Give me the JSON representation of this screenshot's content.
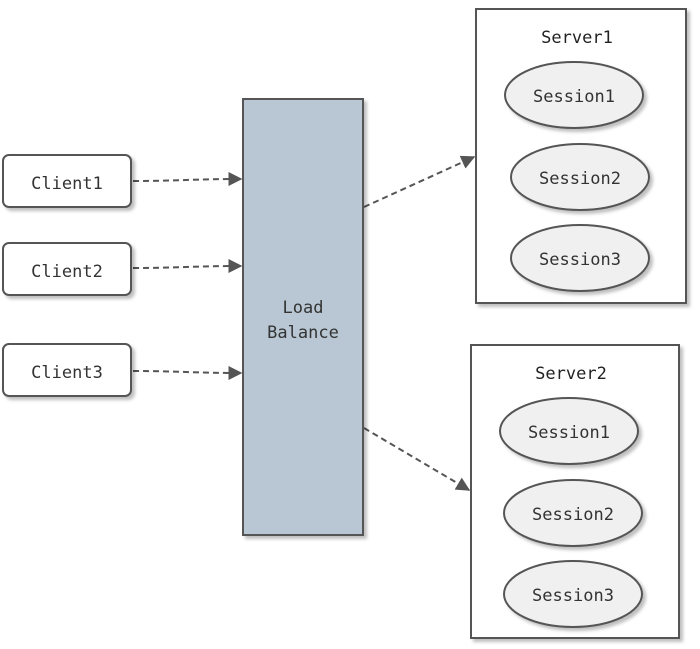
{
  "clients": [
    {
      "label": "Client1"
    },
    {
      "label": "Client2"
    },
    {
      "label": "Client3"
    }
  ],
  "load_balancer": {
    "line1": "Load",
    "line2": "Balance"
  },
  "servers": [
    {
      "title": "Server1",
      "sessions": [
        "Session1",
        "Session2",
        "Session3"
      ]
    },
    {
      "title": "Server2",
      "sessions": [
        "Session1",
        "Session2",
        "Session3"
      ]
    }
  ],
  "colors": {
    "load_balancer_fill": "#b8c7d3",
    "node_fill": "#ffffff",
    "session_fill": "#f0f0f0",
    "stroke": "#555555"
  }
}
